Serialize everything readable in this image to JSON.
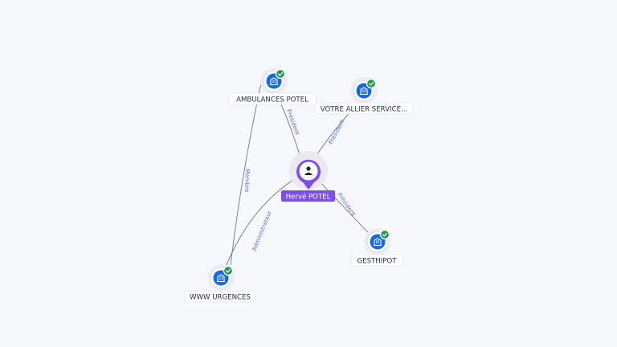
{
  "center": {
    "label": "Hervé POTEL",
    "icon": "person-icon",
    "color": "#7d4ee8"
  },
  "companies": [
    {
      "id": "ambulances",
      "label": "AMBULANCES POTEL",
      "icon": "building-icon",
      "status": "verified-check-icon"
    },
    {
      "id": "allier",
      "label": "VOTRE ALLIER SERVICE...",
      "icon": "building-icon",
      "status": "verified-check-icon"
    },
    {
      "id": "gesthipot",
      "label": "GESTHIPOT",
      "icon": "building-icon",
      "status": "verified-check-icon"
    },
    {
      "id": "www",
      "label": "WWW URGENCES",
      "icon": "building-icon",
      "status": "verified-check-icon"
    }
  ],
  "relations": [
    {
      "from": "center",
      "to": "ambulances",
      "label": "Président"
    },
    {
      "from": "center",
      "to": "allier",
      "label": "Président"
    },
    {
      "from": "center",
      "to": "gesthipot",
      "label": "Président"
    },
    {
      "from": "center",
      "to": "www",
      "label": "Administrateur"
    },
    {
      "from": "www",
      "to": "ambulances",
      "label": "Membre"
    }
  ],
  "colors": {
    "company_node": "#1769e0",
    "verified_badge": "#1f9a4f",
    "edge_label": "#5b6bd6",
    "person_node": "#7d4ee8"
  }
}
